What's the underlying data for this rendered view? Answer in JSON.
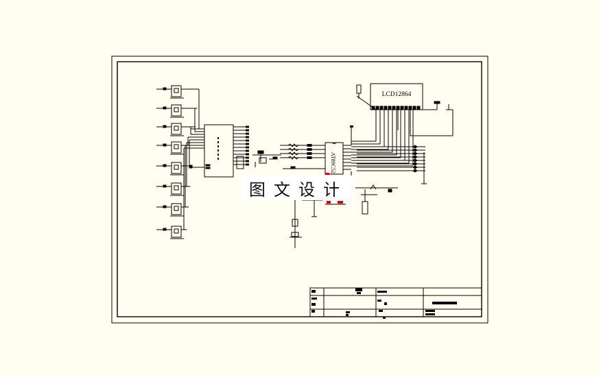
{
  "watermark": {
    "text": "图文设计"
  },
  "schematic": {
    "lcd": {
      "label": "LCD12864"
    },
    "mcu": {
      "label": "AT89C52"
    }
  },
  "colors": {
    "background": "#fffef0",
    "line": "#000000",
    "highlight": "#e00000"
  }
}
